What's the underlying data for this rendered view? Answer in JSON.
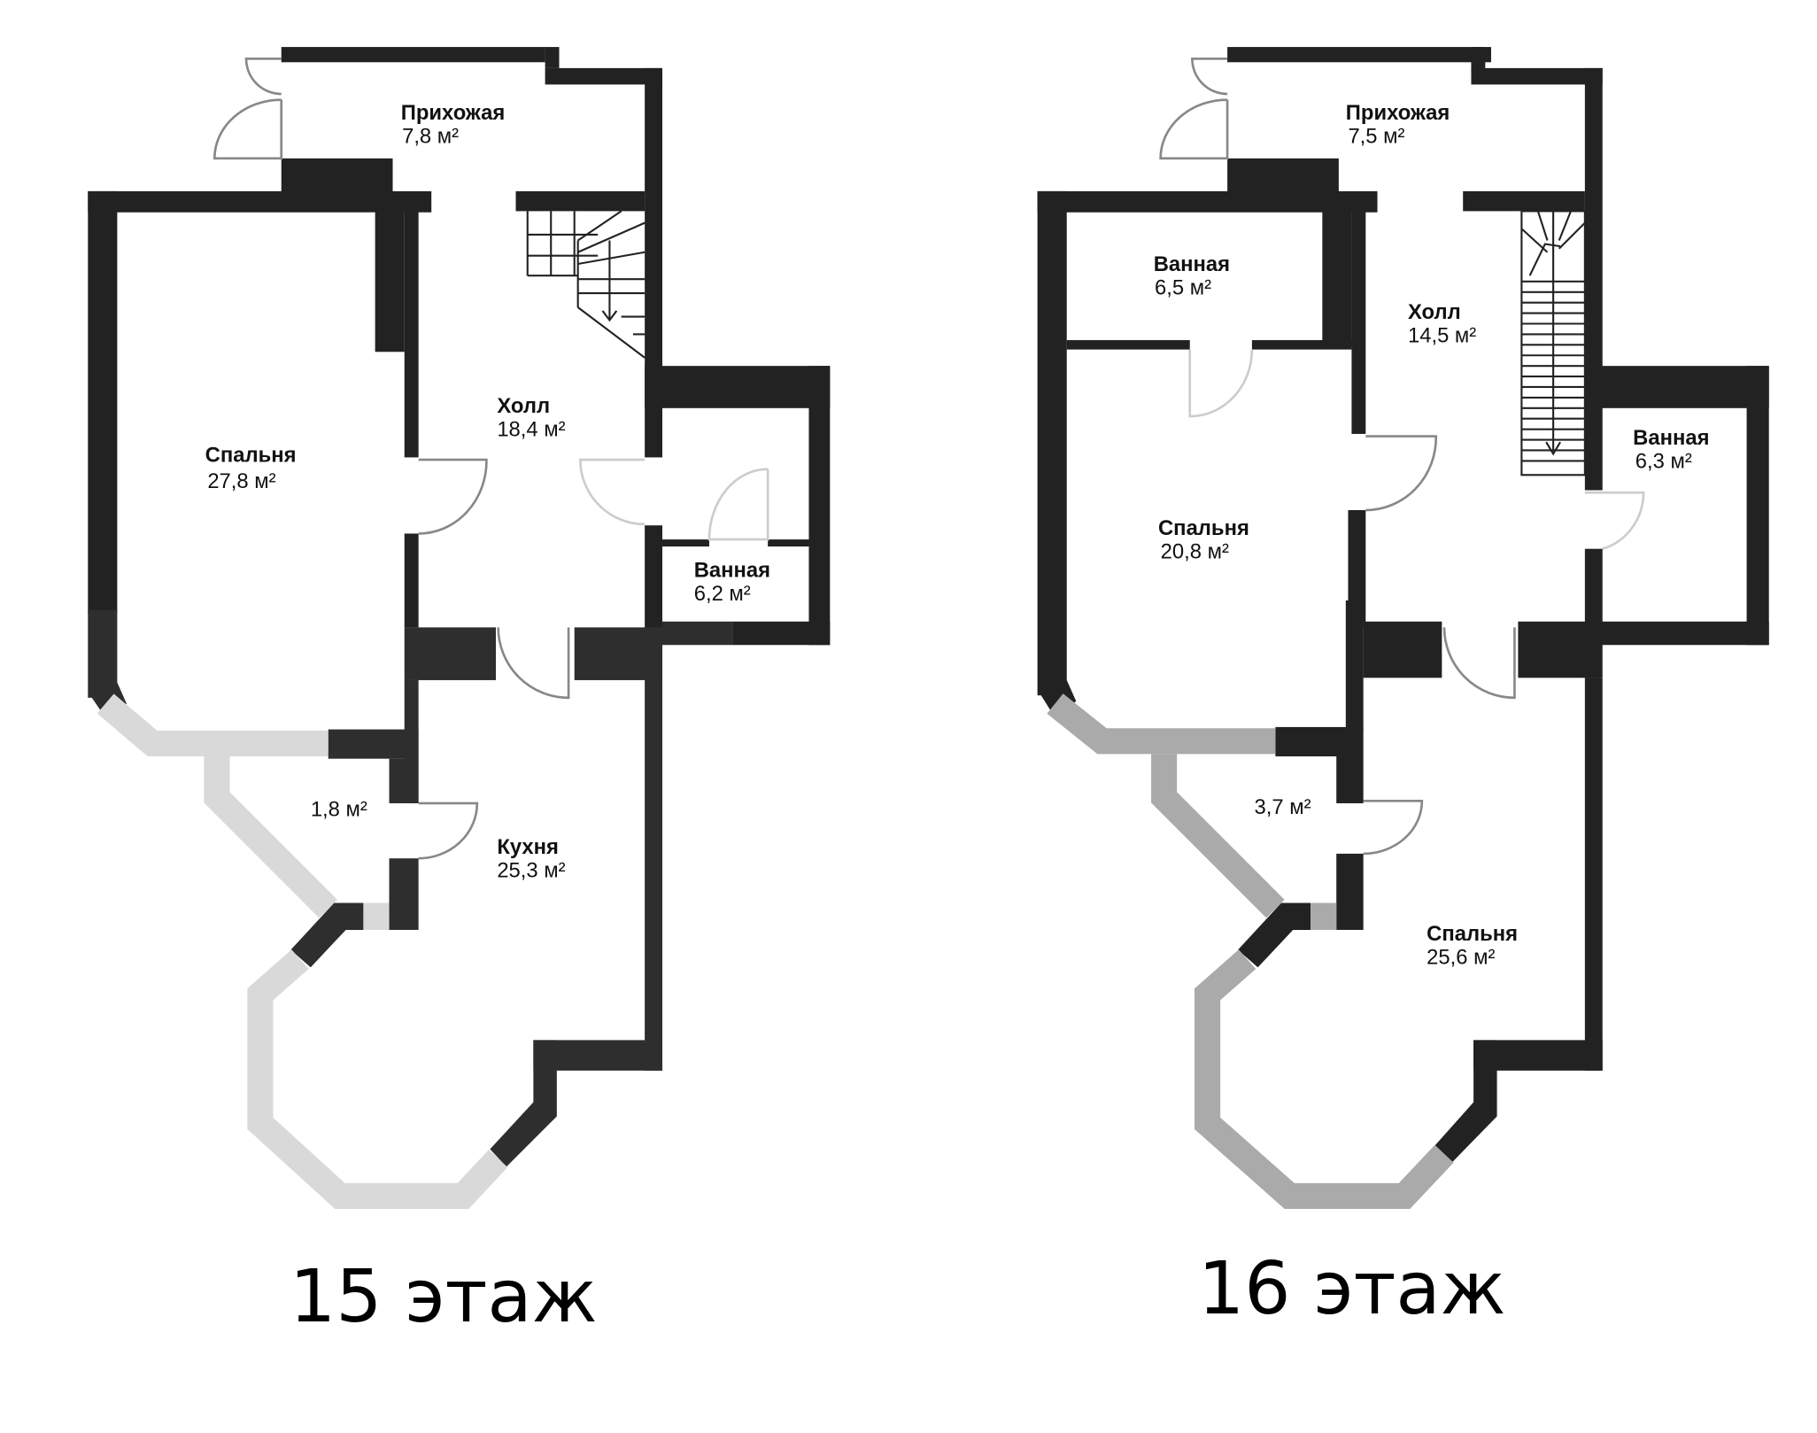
{
  "floors": [
    {
      "title": "15 этаж",
      "rooms": [
        {
          "name": "Прихожая",
          "area": "7,8 м²"
        },
        {
          "name": "Спальня",
          "area": "27,8 м²"
        },
        {
          "name": "Холл",
          "area": "18,4 м²"
        },
        {
          "name": "Ванная",
          "area": "6,2 м²"
        },
        {
          "name": "",
          "area": "1,8 м²"
        },
        {
          "name": "Кухня",
          "area": "25,3 м²"
        }
      ]
    },
    {
      "title": "16 этаж",
      "rooms": [
        {
          "name": "Прихожая",
          "area": "7,5 м²"
        },
        {
          "name": "Ванная",
          "area": "6,5 м²"
        },
        {
          "name": "Холл",
          "area": "14,5 м²"
        },
        {
          "name": "Спальня",
          "area": "20,8 м²"
        },
        {
          "name": "Ванная",
          "area": "6,3 м²"
        },
        {
          "name": "",
          "area": "3,7 м²"
        },
        {
          "name": "Спальня",
          "area": "25,6 м²"
        }
      ]
    }
  ]
}
